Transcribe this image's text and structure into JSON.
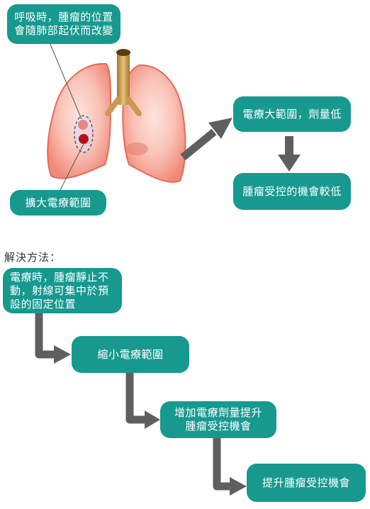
{
  "lung": {
    "callout_breathing": "呼吸時，腫瘤的位置\n會隨肺部起伏而改變",
    "callout_enlarge": "擴大電療範圍"
  },
  "outcome": {
    "large_range": "電療大範圍，劑量低",
    "low_control": "腫瘤受控的機會較低"
  },
  "solution": {
    "heading": "解決方法：",
    "steps": [
      "電療時，腫瘤靜止不\n動，射線可集中於預\n設的固定位置",
      "縮小電療範圍",
      "增加電療劑量提升\n腫瘤受控機會",
      "提升腫瘤受控機會"
    ]
  },
  "colors": {
    "box": "#17998f",
    "arrow": "#5f5f5f",
    "lung_fill": "#f6a497",
    "trachea": "#c99a4f",
    "tumor": "#b3141c"
  }
}
